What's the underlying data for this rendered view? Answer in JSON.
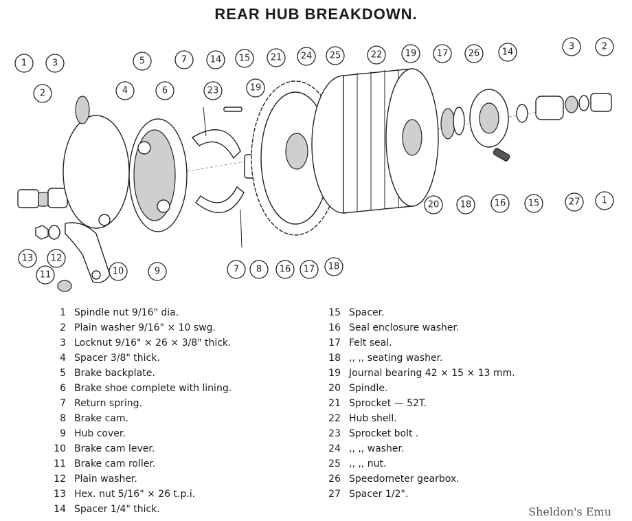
{
  "title": "REAR HUB BREAKDOWN.",
  "callouts": [
    "1",
    "2",
    "3",
    "4",
    "5",
    "6",
    "7",
    "14",
    "15",
    "21",
    "23",
    "19",
    "24",
    "25",
    "22",
    "19",
    "17",
    "26",
    "14",
    "3",
    "2",
    "20",
    "18",
    "16",
    "15",
    "27",
    "1",
    "13",
    "12",
    "11",
    "10",
    "9",
    "7",
    "8",
    "16",
    "17",
    "18"
  ],
  "parts_left": [
    {
      "num": "1",
      "label": "Spindle nut 9/16\" dia."
    },
    {
      "num": "2",
      "label": "Plain washer 9/16\" × 10 swg."
    },
    {
      "num": "3",
      "label": "Locknut 9/16\" × 26 × 3/8\" thick."
    },
    {
      "num": "4",
      "label": "Spacer 3/8\" thick."
    },
    {
      "num": "5",
      "label": "Brake backplate."
    },
    {
      "num": "6",
      "label": "Brake shoe complete with lining."
    },
    {
      "num": "7",
      "label": "Return spring."
    },
    {
      "num": "8",
      "label": "Brake cam."
    },
    {
      "num": "9",
      "label": "Hub cover."
    },
    {
      "num": "10",
      "label": "Brake cam lever."
    },
    {
      "num": "11",
      "label": "Brake cam roller."
    },
    {
      "num": "12",
      "label": "Plain washer."
    },
    {
      "num": "13",
      "label": "Hex. nut 5/16\" × 26 t.p.i."
    },
    {
      "num": "14",
      "label": "Spacer 1/4\" thick."
    }
  ],
  "parts_right": [
    {
      "num": "15",
      "label": "Spacer."
    },
    {
      "num": "16",
      "label": "Seal enclosure washer."
    },
    {
      "num": "17",
      "label": "Felt seal."
    },
    {
      "num": "18",
      "label": ",,     ,,  seating washer."
    },
    {
      "num": "19",
      "label": "Journal bearing 42 × 15 × 13 mm."
    },
    {
      "num": "20",
      "label": "Spindle."
    },
    {
      "num": "21",
      "label": "Sprocket — 52T."
    },
    {
      "num": "22",
      "label": "Hub shell."
    },
    {
      "num": "23",
      "label": "Sprocket bolt ."
    },
    {
      "num": "24",
      "label": ",,        ,,  washer."
    },
    {
      "num": "25",
      "label": ",,        ,,  nut."
    },
    {
      "num": "26",
      "label": "Speedometer gearbox."
    },
    {
      "num": "27",
      "label": "Spacer 1/2\"."
    }
  ],
  "watermark": "Sheldon's Emu"
}
